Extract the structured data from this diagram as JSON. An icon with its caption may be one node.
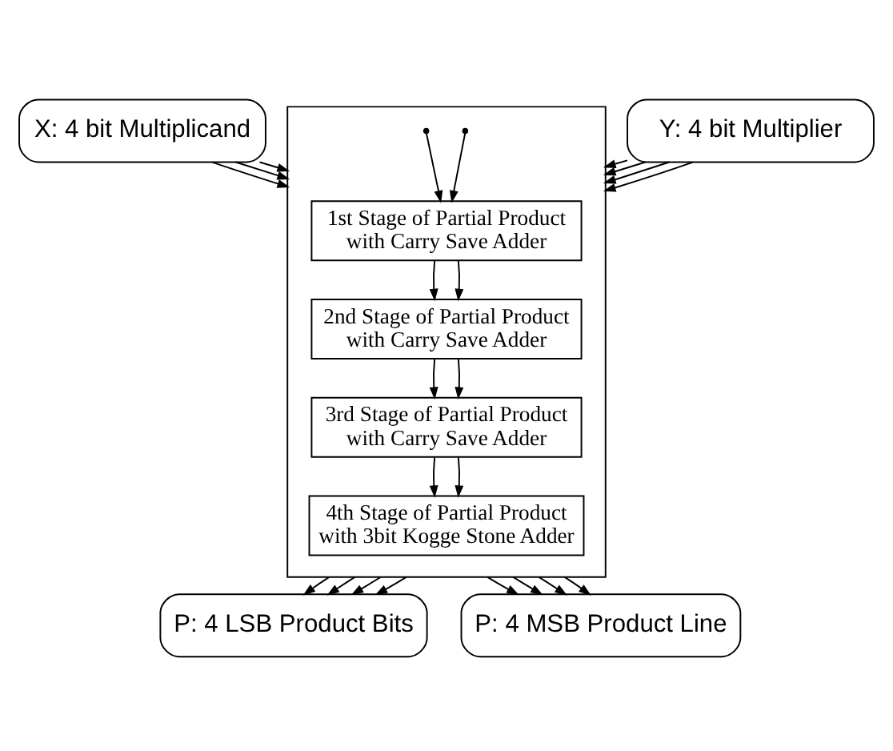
{
  "diagram": {
    "nodes": [
      {
        "text": [
          "X: 4 bit Multiplicand"
        ]
      },
      {
        "text": [],
        "shape": "box"
      },
      {
        "text": [
          "1st Stage of Partial Product with Carry Save Adder"
        ],
        "in": 1
      },
      {
        "text": [
          "2nd Stage of Partial Product with Carry Save Adder"
        ],
        "in": 1
      },
      {
        "text": [
          "3rd Stage of Partial Product with Carry Save Adder"
        ],
        "in": 1
      },
      {
        "text": [
          "4th Stage of Partial Product with 3bit Kogge Stone Adder"
        ],
        "in": 1
      },
      {
        "text": [
          "Y: 4 bit Multiplier"
        ]
      },
      {
        "text": [
          "P: 4 LSB Product Bits"
        ]
      },
      {
        "text": [
          "P: 4 MSB Product Line"
        ]
      }
    ],
    "edges": [
      {
        "from": 0,
        "to": 1,
        "arrow": "to"
      },
      {
        "from": 0,
        "to": 1,
        "arrow": "to"
      },
      {
        "from": 0,
        "to": 1,
        "arrow": "to"
      },
      {
        "from": null,
        "to": 2,
        "arrow": "to"
      },
      {
        "from": null,
        "to": 2,
        "arrow": "to"
      },
      {
        "from": 2,
        "to": 3,
        "arrow": "to"
      },
      {
        "from": 2,
        "to": 3,
        "arrow": "to"
      },
      {
        "from": 3,
        "to": 4,
        "arrow": "to"
      },
      {
        "from": 3,
        "to": 4,
        "arrow": "to"
      },
      {
        "from": 4,
        "to": 5,
        "arrow": "to"
      },
      {
        "from": 4,
        "to": 5,
        "arrow": "to"
      },
      {
        "from": 6,
        "to": 1,
        "arrow": "to"
      },
      {
        "from": 6,
        "to": 1,
        "arrow": "to"
      },
      {
        "from": 6,
        "to": 1,
        "arrow": "to"
      },
      {
        "from": 6,
        "to": 1,
        "arrow": "to"
      },
      {
        "from": 1,
        "to": 7,
        "arrow": "to"
      },
      {
        "from": 1,
        "to": 7,
        "arrow": "to"
      },
      {
        "from": 1,
        "to": 7,
        "arrow": "to"
      },
      {
        "from": 1,
        "to": 7,
        "arrow": "to"
      },
      {
        "from": 1,
        "to": 8,
        "arrow": "to"
      },
      {
        "from": 1,
        "to": 8,
        "arrow": "to"
      },
      {
        "from": 1,
        "to": 8,
        "arrow": "to"
      },
      {
        "from": 1,
        "to": 8,
        "arrow": "to"
      }
    ]
  }
}
